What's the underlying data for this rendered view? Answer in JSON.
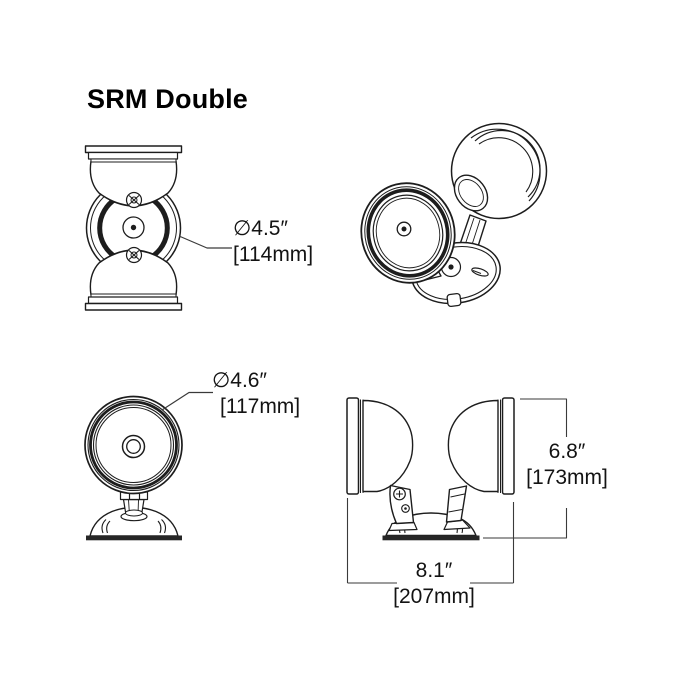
{
  "title": "SRM Double",
  "colors": {
    "background": "#ffffff",
    "line": "#1d1d1d",
    "dimension_line": "#3a3a3a",
    "text": "#121212"
  },
  "dimensions": {
    "head_depth_diameter": {
      "inches": "∅4.5″",
      "metric": "[114mm]"
    },
    "head_face_diameter": {
      "inches": "∅4.6″",
      "metric": "[117mm]"
    },
    "overall_height": {
      "inches": "6.8″",
      "metric": "[173mm]"
    },
    "overall_width": {
      "inches": "8.1″",
      "metric": "[207mm]"
    }
  }
}
